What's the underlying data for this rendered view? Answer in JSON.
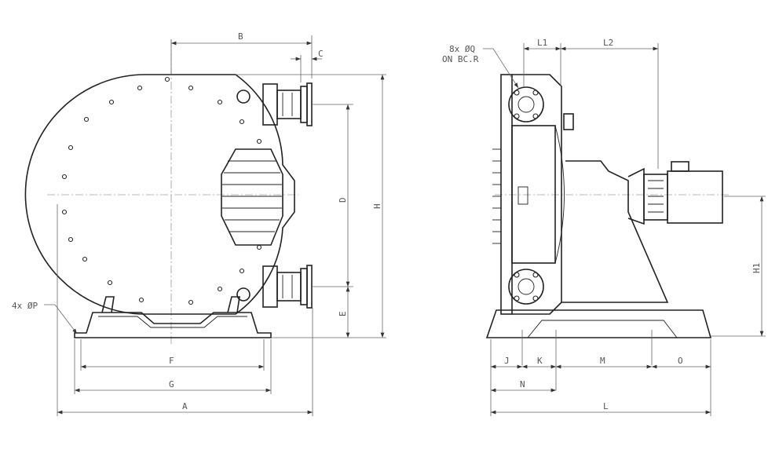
{
  "front_view": {
    "dim_A": "A",
    "dim_B": "B",
    "dim_C": "C",
    "dim_D": "D",
    "dim_E": "E",
    "dim_F": "F",
    "dim_G": "G",
    "dim_H": "H",
    "callout_holes": "4x ØP"
  },
  "side_view": {
    "dim_L": "L",
    "dim_L1": "L1",
    "dim_L2": "L2",
    "dim_H1": "H1",
    "dim_J": "J",
    "dim_K": "K",
    "dim_M": "M",
    "dim_N": "N",
    "dim_O": "O",
    "callout_bolts_line1": "8x ØQ",
    "callout_bolts_line2": "ON BC.R"
  }
}
